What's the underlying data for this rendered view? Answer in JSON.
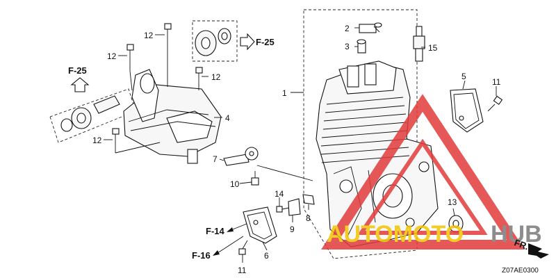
{
  "callouts": {
    "c1": "1",
    "c2": "2",
    "c3": "3",
    "c4": "4",
    "c5": "5",
    "c6": "6",
    "c7": "7",
    "c8": "8",
    "c9": "9",
    "c10": "10",
    "c11a": "11",
    "c11b": "11",
    "c12a": "12",
    "c12b": "12",
    "c12c": "12",
    "c12d": "12",
    "c13": "13",
    "c14": "14",
    "c15": "15"
  },
  "references": {
    "f25_top": "F-25",
    "f25_left": "F-25",
    "f14": "F-14",
    "f16": "F-16",
    "fr": "FR."
  },
  "diagram_code": "Z07AE0300",
  "watermark": {
    "text_a": "AUTOMOTO",
    "text_b": "HUB",
    "color_a": "#f2c400",
    "color_b": "#7a7a7a",
    "triangle_color": "#e23a3a"
  }
}
